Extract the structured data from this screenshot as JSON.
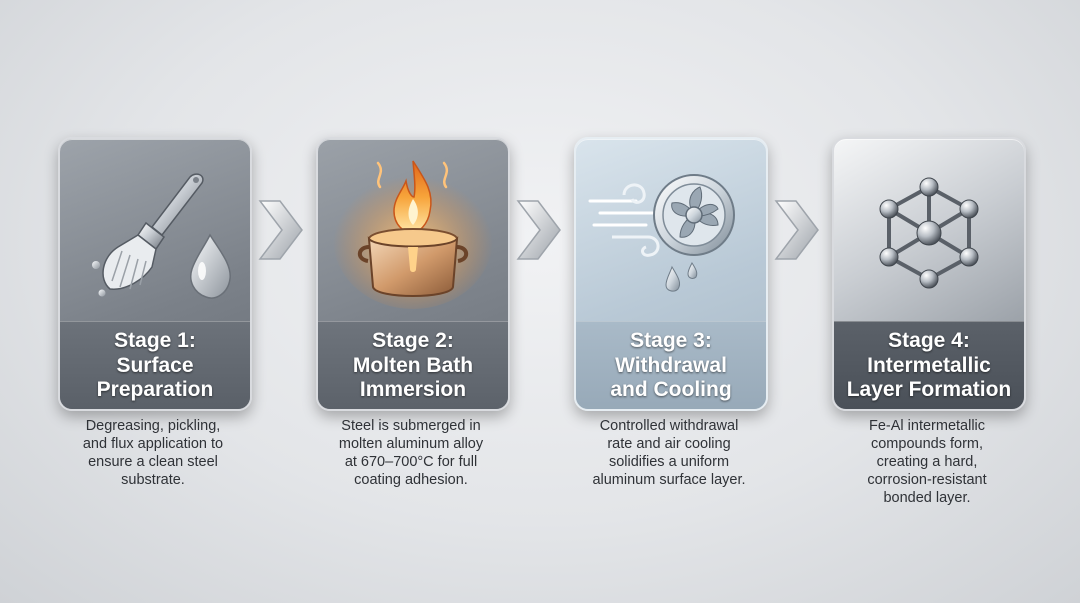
{
  "stages": [
    {
      "title_lines": [
        "Stage 1:",
        "Surface",
        "Preparation"
      ],
      "icon": "brush-and-droplet-icon",
      "desc_lines": [
        "Degreasing, pickling,",
        "and flux application to",
        "ensure a clean steel",
        "substrate."
      ]
    },
    {
      "title_lines": [
        "Stage 2:",
        "Molten Bath",
        "Immersion"
      ],
      "icon": "flaming-pot-icon",
      "desc_lines": [
        "Steel is submerged in",
        "molten aluminum alloy",
        "at 670–700°C for full",
        "coating adhesion."
      ]
    },
    {
      "title_lines": [
        "Stage 3:",
        "Withdrawal",
        "and Cooling"
      ],
      "icon": "fan-cooling-icon",
      "desc_lines": [
        "Controlled withdrawal",
        "rate and air cooling",
        "solidifies a uniform",
        "aluminum surface layer."
      ]
    },
    {
      "title_lines": [
        "Stage 4:",
        "Intermetallic",
        "Layer Formation"
      ],
      "icon": "molecular-lattice-icon",
      "desc_lines": [
        "Fe-Al intermetallic",
        "compounds form,",
        "creating a hard,",
        "corrosion-resistant",
        "bonded layer."
      ]
    }
  ],
  "colors": {
    "background": "#e3e5e8",
    "flame": "#f08a2a",
    "text": "#2f3237"
  }
}
